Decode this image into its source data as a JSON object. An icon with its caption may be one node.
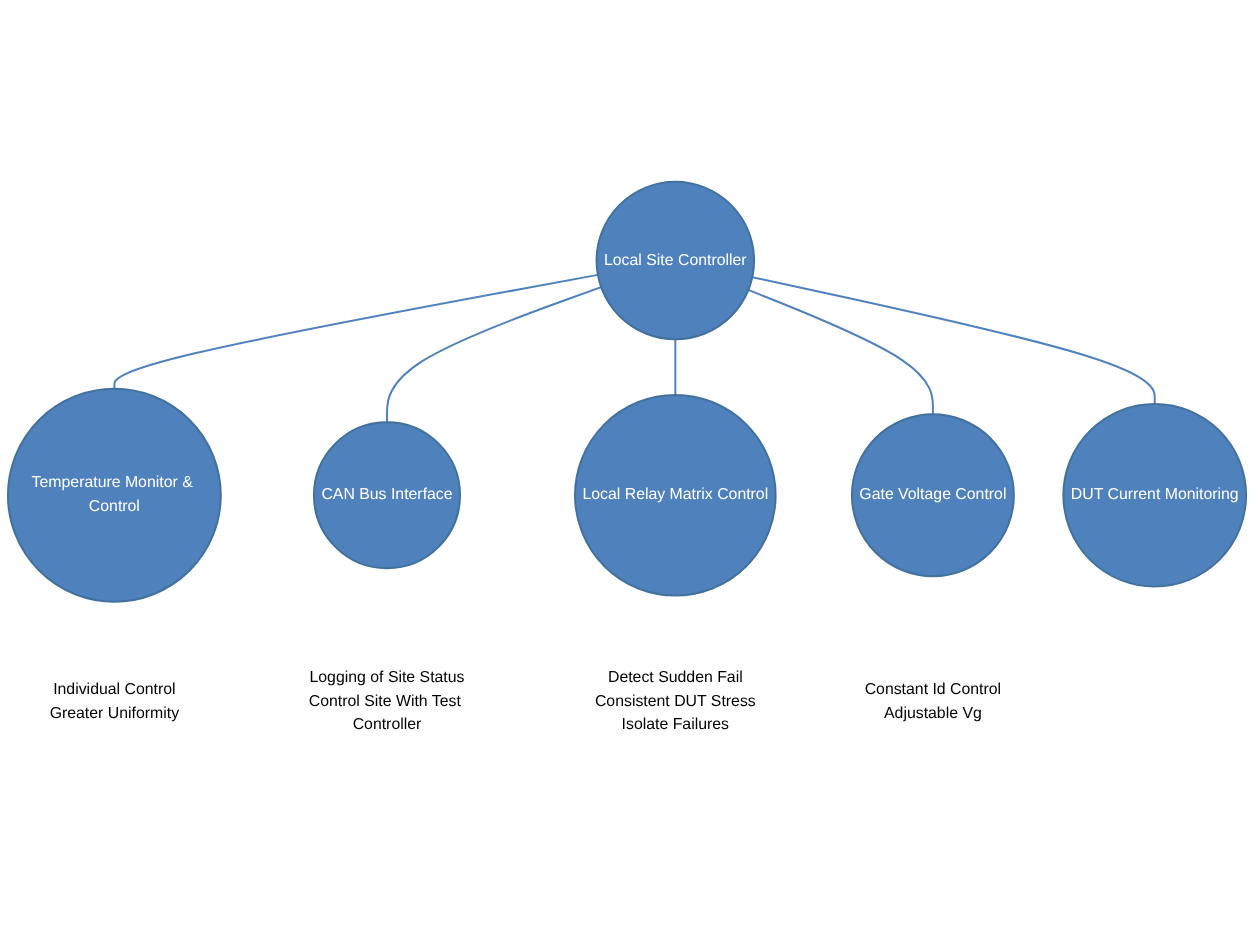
{
  "diagram": {
    "nodes": [
      {
        "text": [
          "Temperature Monitor & Control"
        ],
        "beside": [
          "Individual Control",
          "Greater Uniformity"
        ]
      },
      {
        "text": [
          "CAN Bus Interface"
        ],
        "beside": [
          "Logging of Site Status",
          "Control Site With Test Controller"
        ]
      },
      {
        "text": [
          "Local Relay Matrix Control"
        ],
        "beside": [
          "Detect Sudden Fail",
          "Consistent DUT Stress",
          "Isolate Failures"
        ]
      },
      {
        "text": [
          "Local Site Controller"
        ]
      },
      {
        "text": [
          "Gate Voltage Control"
        ],
        "beside": [
          "Constant Id Control",
          "Adjustable Vg"
        ]
      },
      {
        "text": [
          "DUT Current Monitoring"
        ]
      }
    ],
    "edges": [
      {
        "from": 3,
        "to": 0,
        "arrow": "none"
      },
      {
        "from": 3,
        "to": 1,
        "arrow": "none"
      },
      {
        "from": 3,
        "to": 2,
        "arrow": "none"
      },
      {
        "from": 3,
        "to": 4,
        "arrow": "none"
      },
      {
        "from": 3,
        "to": 5,
        "arrow": "none"
      }
    ]
  }
}
